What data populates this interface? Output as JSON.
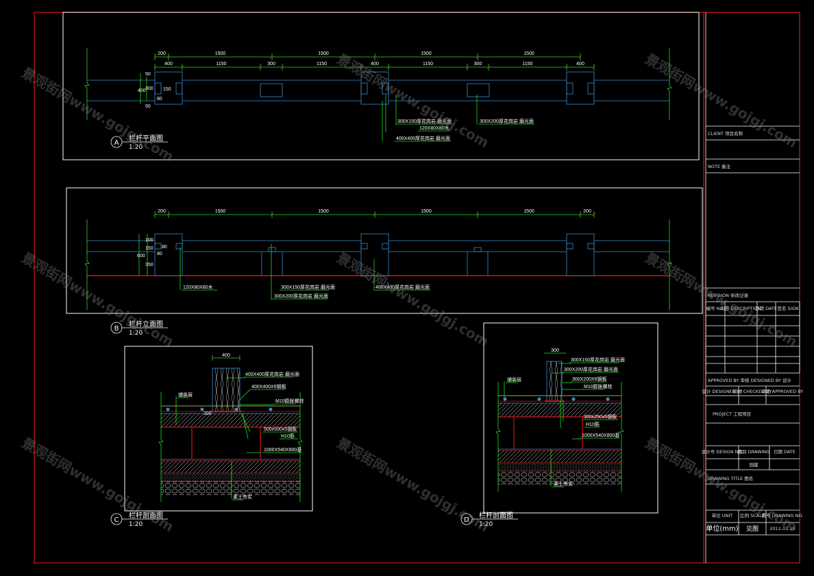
{
  "colors": {
    "frame": "#e01010",
    "line": "#3a8fd0",
    "dim": "#20e020",
    "text": "#ffffff",
    "ground": "#e01010"
  },
  "watermark": "景观街网www.gojgj.com",
  "plan": {
    "marker": "A",
    "title": "栏杆平面图",
    "scale": "1:20",
    "dims_top": [
      "200",
      "1500",
      "1500",
      "1500",
      "1500"
    ],
    "dims_second": [
      "400",
      "1150",
      "300",
      "1150",
      "400",
      "1150",
      "300",
      "1150",
      "400"
    ],
    "dims_side": [
      "50",
      "300",
      "50",
      "400",
      "150",
      "80"
    ],
    "callouts": [
      "300X150厚花岗岩 磨光面",
      "120X80X80木",
      "400X400厚花岗岩 磨光面",
      "300X200厚花岗岩 磨光面"
    ]
  },
  "elevation": {
    "marker": "B",
    "title": "栏杆立面图",
    "scale": "1:20",
    "dims_top": [
      "200",
      "1500",
      "1500",
      "1500",
      "1500",
      "200"
    ],
    "dims_side": [
      "600",
      "100",
      "150",
      "350",
      "80",
      "80"
    ],
    "callouts": [
      "120X80X80木",
      "300X150厚花岗岩 磨光面",
      "300X200厚花岗岩 磨光面",
      "400X400厚花岗岩 磨光面"
    ]
  },
  "section_c": {
    "marker": "C",
    "title": "栏杆剖面图",
    "scale": "1:20",
    "width_dim": "400",
    "height_dim": "200",
    "callouts": [
      "400X400厚花岗岩 磨光面",
      "400X400X6钢板",
      "M10膨胀螺栓",
      "500x500x5钢板",
      "H10筋",
      "1000X540X800基",
      "铺装层",
      "素土夯实"
    ]
  },
  "section_d": {
    "marker": "D",
    "title": "栏杆剖面图",
    "scale": "1:20",
    "width_dim": "300",
    "callouts": [
      "300X150厚花岗岩 磨光面",
      "300X200厚花岗岩 磨光面",
      "300X200X6钢板",
      "M10膨胀螺栓",
      "300x250x5钢板",
      "H10筋",
      "1000X540X800基",
      "铺装层",
      "素土夯实"
    ]
  },
  "title_block": {
    "client": "CLIENT 项目名称",
    "note": "NOTE 备注",
    "revision": "REVISION 修改记录",
    "revision_headers": [
      "编号 NO.",
      "内容 DESCRIPTION",
      "日期 DATE",
      "签名 SIGN"
    ],
    "approval": "APPROVED BY 审核 DESIGNED BY 设计",
    "approval_headers": [
      "设计 DESIGNED BY",
      "校对 CHECKED BY",
      "审定 APPROVED BY"
    ],
    "project": "PROJECT 工程项目",
    "design_headers": [
      "设计号 DESIGN NO.",
      "图别 DRAWING",
      "日期 DATE"
    ],
    "drawing_type": "园建",
    "drawing_title": "DRAWING TITLE 图名",
    "bottom_headers": [
      "单位 UNIT",
      "比例 SCALE",
      "图号 DRAWING NO."
    ],
    "unit": "单位(mm)",
    "scale": "见图",
    "drawing_no": "2011.01.10"
  }
}
